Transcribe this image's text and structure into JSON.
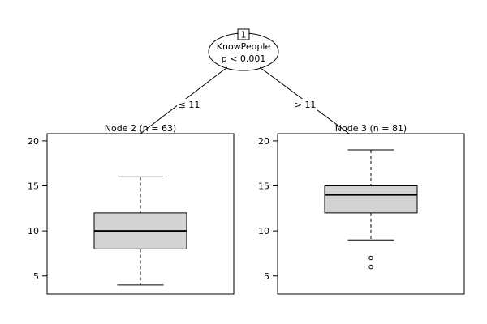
{
  "chart_data": {
    "type": "boxplot-tree",
    "root": {
      "id": "1",
      "variable": "KnowPeople",
      "p_value": "p < 0.001"
    },
    "splits": [
      {
        "label": "≤ 11"
      },
      {
        "label": "> 11"
      }
    ],
    "ylim": [
      3,
      20.8
    ],
    "yticks": [
      5,
      10,
      15,
      20
    ],
    "panels": [
      {
        "title": "Node 2 (n = 63)",
        "stats": {
          "whisker_low": 4,
          "q1": 8,
          "median": 10,
          "q3": 12,
          "whisker_high": 16
        },
        "outliers": []
      },
      {
        "title": "Node 3 (n = 81)",
        "stats": {
          "whisker_low": 9,
          "q1": 12,
          "median": 14,
          "q3": 15,
          "whisker_high": 19
        },
        "outliers": [
          7,
          6
        ]
      }
    ],
    "box_color": "#d3d3d3",
    "line_color": "#000000"
  }
}
